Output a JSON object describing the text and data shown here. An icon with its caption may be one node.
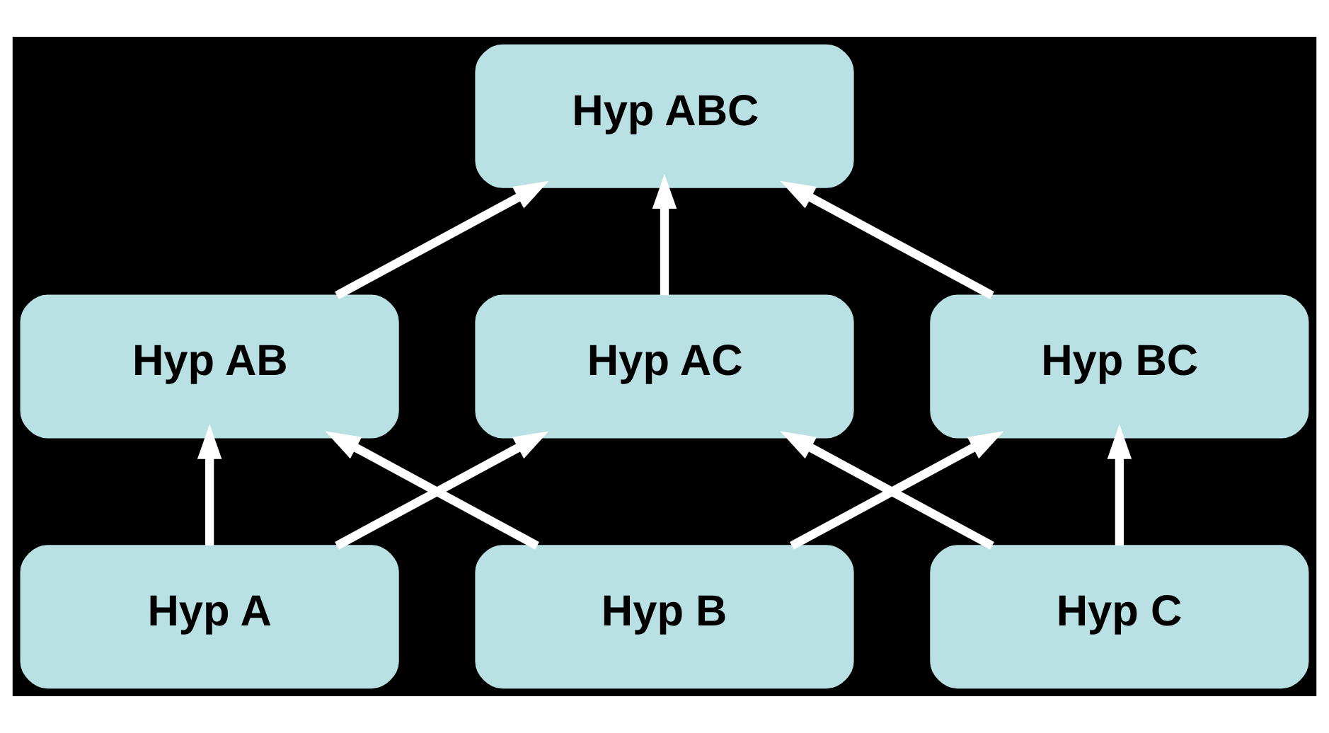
{
  "diagram": {
    "nodes": [
      {
        "text": [
          "Hyp ABC"
        ]
      },
      {
        "text": [
          "Hyp AB"
        ]
      },
      {
        "text": [
          "Hyp AC"
        ]
      },
      {
        "text": [
          "Hyp BC"
        ]
      },
      {
        "text": [
          "Hyp A"
        ]
      },
      {
        "text": [
          "Hyp B"
        ]
      },
      {
        "text": [
          "Hyp C"
        ]
      }
    ],
    "edges": [
      {
        "from": 1,
        "to": 0,
        "arrow": "to"
      },
      {
        "from": 2,
        "to": 0,
        "arrow": "to"
      },
      {
        "from": 3,
        "to": 0,
        "arrow": "to"
      },
      {
        "from": 4,
        "to": 1,
        "arrow": "to"
      },
      {
        "from": 4,
        "to": 2,
        "arrow": "to"
      },
      {
        "from": 5,
        "to": 1,
        "arrow": "to"
      },
      {
        "from": 5,
        "to": 3,
        "arrow": "to"
      },
      {
        "from": 6,
        "to": 2,
        "arrow": "to"
      },
      {
        "from": 6,
        "to": 3,
        "arrow": "to"
      }
    ]
  }
}
